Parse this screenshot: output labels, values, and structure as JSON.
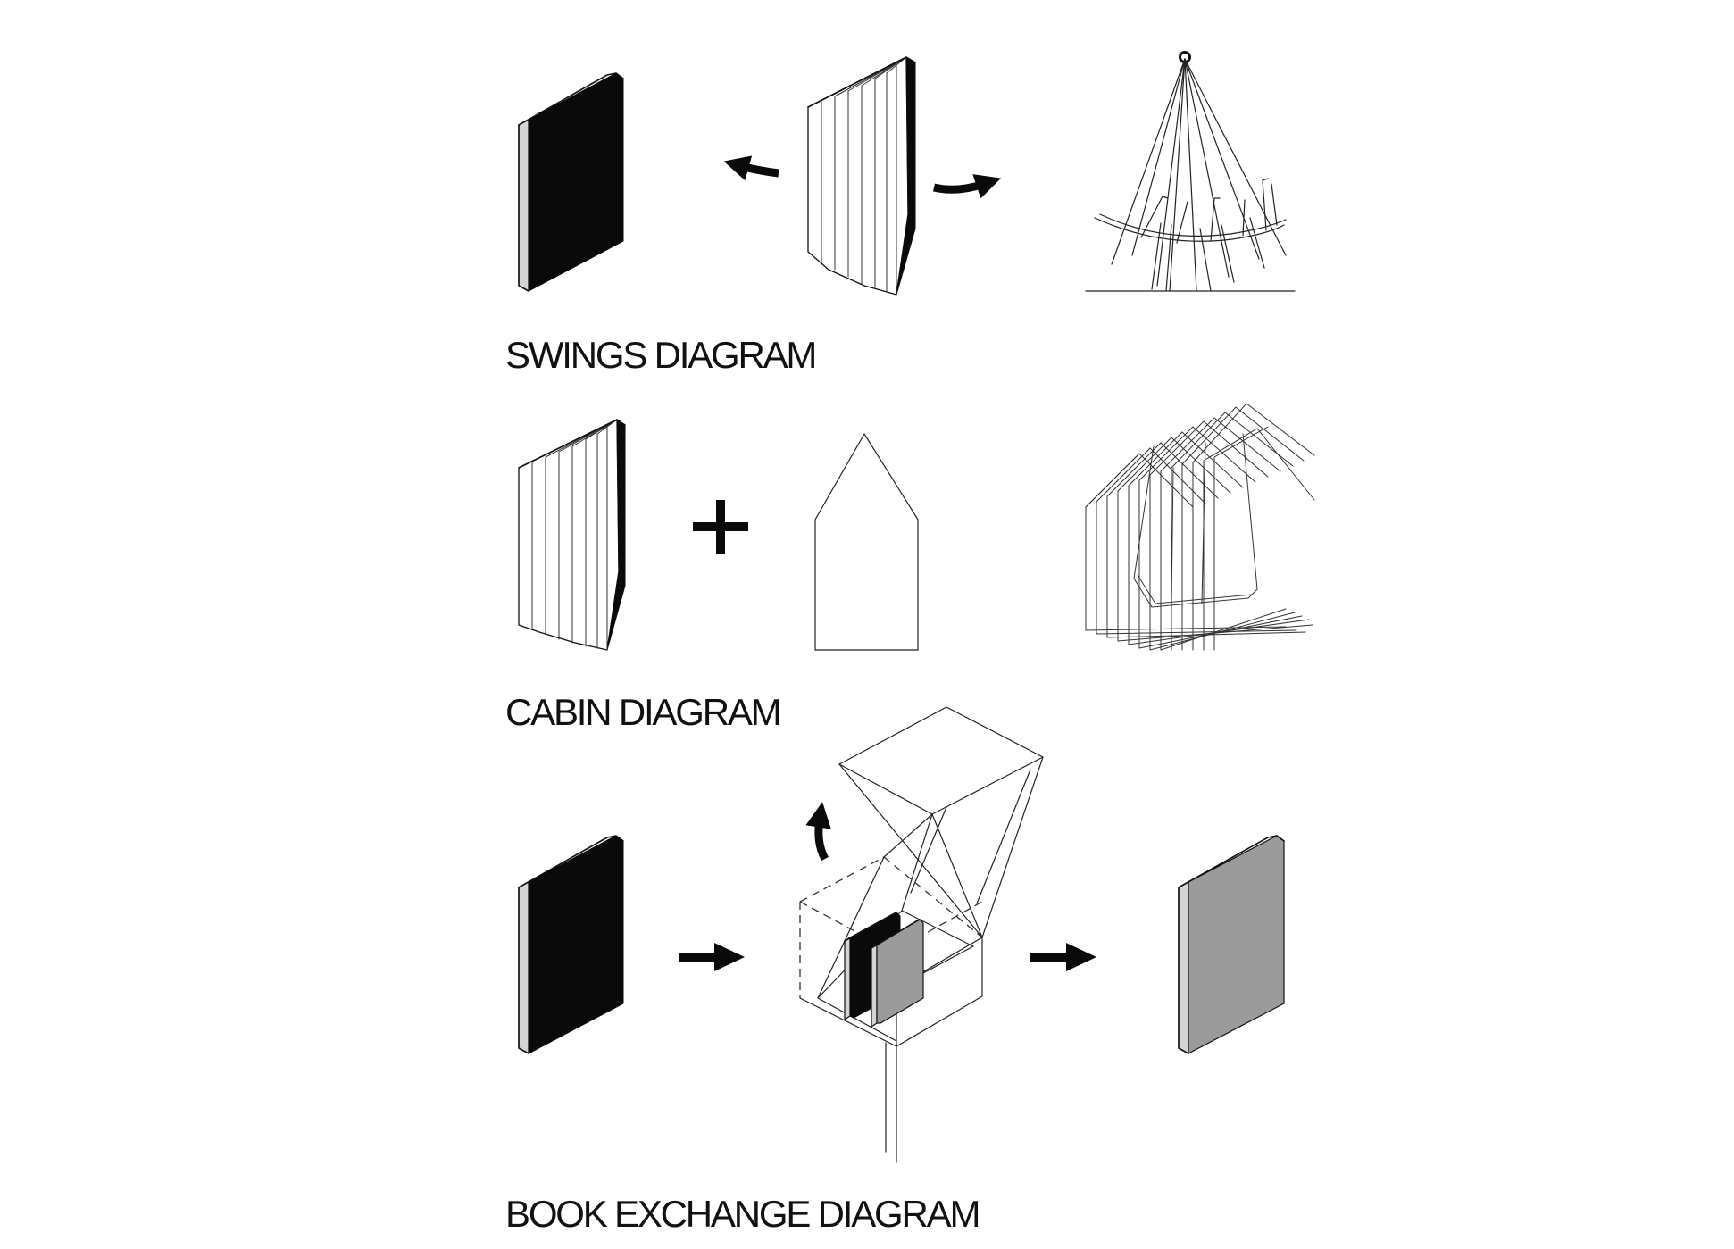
{
  "sections": [
    {
      "id": "swings",
      "label": "SWINGS DIAGRAM"
    },
    {
      "id": "cabin",
      "label": "CABIN DIAGRAM"
    },
    {
      "id": "exchange",
      "label": "BOOK EXCHANGE DIAGRAM"
    }
  ],
  "colors": {
    "ink": "#0a0a0a",
    "spine": "#d4d4d4",
    "exchanged_book": "#9b9b9b",
    "background": "#ffffff"
  },
  "icons": {
    "plus": "plus-icon",
    "arrow_right": "arrow-right-icon",
    "arrow_curved": "curved-arrow-icon"
  }
}
